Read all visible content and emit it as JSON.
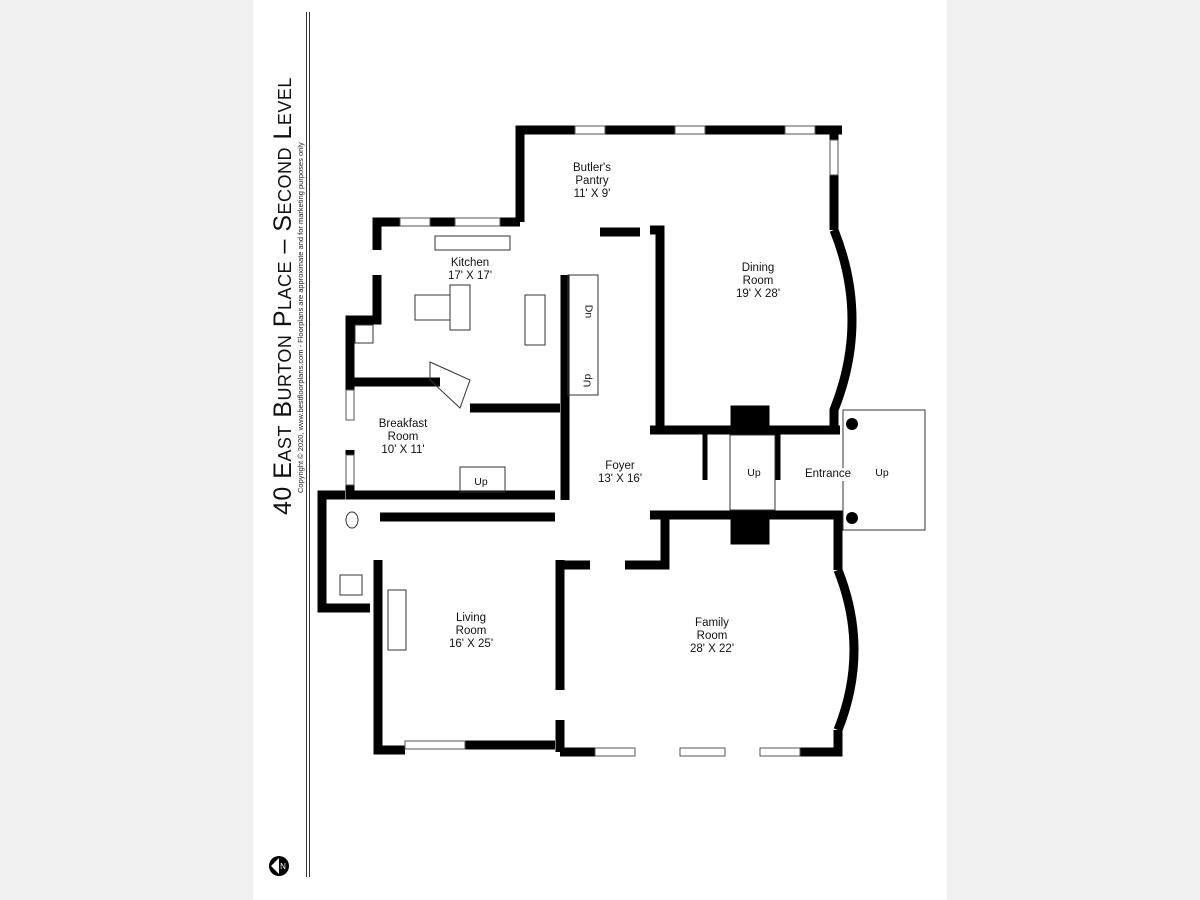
{
  "title": "40 East Burton Place – Second Level",
  "copyright": "Copyright © 2020, www.bestfloorplans.com - Floorplans are approximate and for marketing purposes only",
  "rooms": [
    {
      "name": "Butler's",
      "name2": "Pantry",
      "size": "11' X 9'"
    },
    {
      "name": "Kitchen",
      "name2": "",
      "size": "17' X 17'"
    },
    {
      "name": "Dining",
      "name2": "Room",
      "size": "19' X 28'"
    },
    {
      "name": "Breakfast",
      "name2": "Room",
      "size": "10' X 11'"
    },
    {
      "name": "Foyer",
      "name2": "",
      "size": "13' X 16'"
    },
    {
      "name": "Living",
      "name2": "Room",
      "size": "16' X 25'"
    },
    {
      "name": "Family",
      "name2": "Room",
      "size": "28' X 22'"
    },
    {
      "name": "Entrance",
      "name2": "",
      "size": ""
    }
  ],
  "stair_labels": {
    "up": "Up",
    "dn": "Dn"
  },
  "compass": "N"
}
